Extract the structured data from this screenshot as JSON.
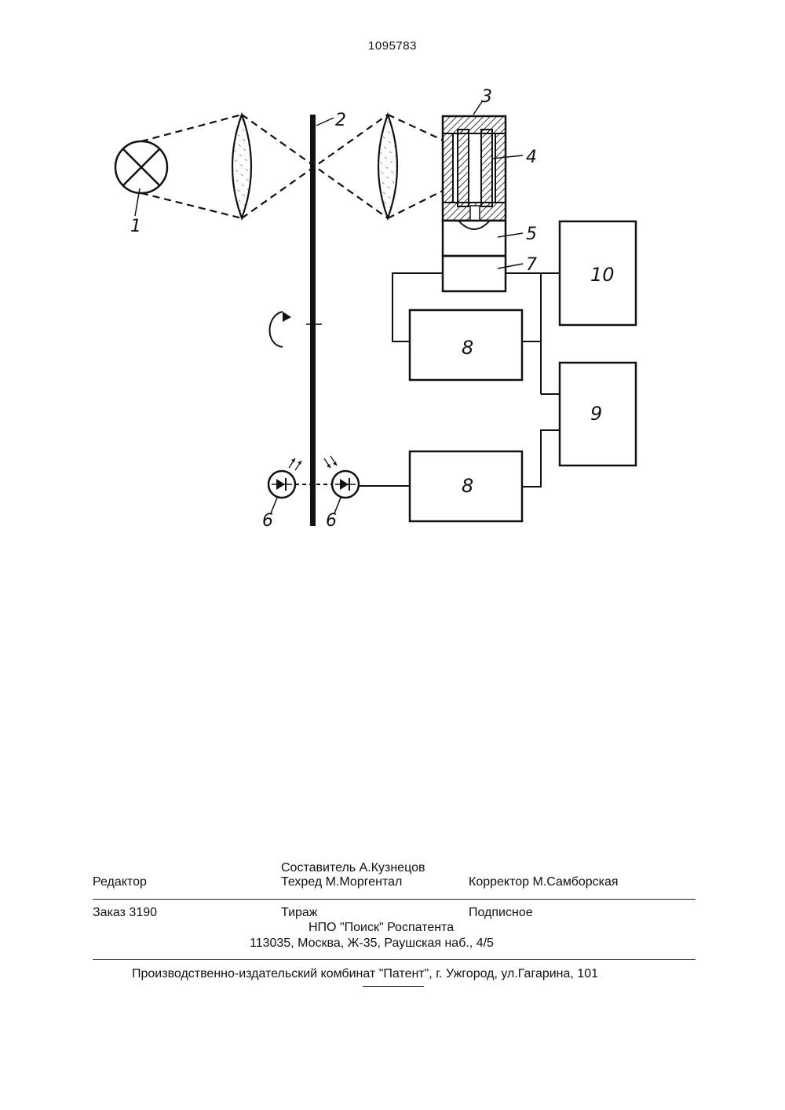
{
  "header": {
    "patent_number": "1095783"
  },
  "figure": {
    "labels": {
      "lamp": "1",
      "disk": "2",
      "cell_housing": "3",
      "cell": "4",
      "block_5": "5",
      "block_7": "7",
      "block_8_top": "8",
      "block_8_bottom": "8",
      "block_9": "9",
      "block_10": "10",
      "photodiode_left": "6",
      "photodiode_right": "6"
    }
  },
  "imprint": {
    "compiler": "Составитель  А.Кузнецов",
    "editor": "Редактор",
    "techred": "Техред М.Моргентал",
    "corrector": "Корректор М.Самборская",
    "order": "Заказ  3190",
    "circulation": "Тираж",
    "subscription": "Подписное",
    "org": "НПО  \"Поиск\"  Роспатента",
    "address": "113035, Москва, Ж-35, Раушская наб., 4/5",
    "publisher": "Производственно-издательский комбинат \"Патент\", г. Ужгород, ул.Гагарина, 101"
  }
}
